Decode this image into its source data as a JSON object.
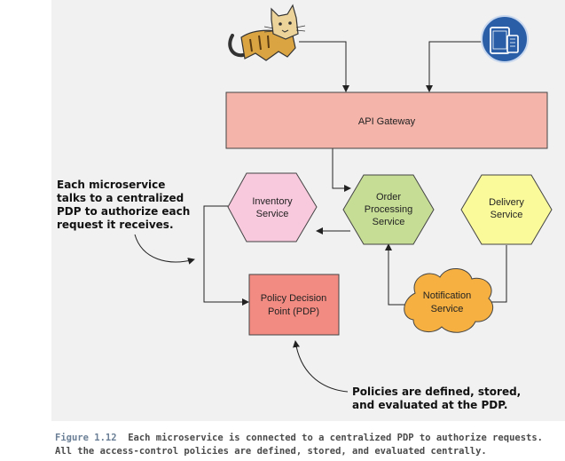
{
  "gateway": {
    "label": "API Gateway"
  },
  "services": {
    "inventory": {
      "line1": "Inventory",
      "line2": "Service"
    },
    "order": {
      "line1": "Order",
      "line2": "Processing",
      "line3": "Service"
    },
    "delivery": {
      "line1": "Delivery",
      "line2": "Service"
    },
    "notification": {
      "line1": "Notification",
      "line2": "Service"
    },
    "pdp": {
      "line1": "Policy Decision",
      "line2": "Point (PDP)"
    }
  },
  "icons": {
    "client_left": "tomcat-cat-icon",
    "client_right": "mobile-devices-icon"
  },
  "colors": {
    "gateway": "#f4b4aa",
    "inventory": "#f8c8dc",
    "order": "#c6dd95",
    "delivery": "#fafa9b",
    "notification": "#f5b041",
    "pdp": "#f28b82",
    "caption_figure": "#6a7f96"
  },
  "annotations": {
    "pdp_note": "Each microservice\ntalks to a centralized\nPDP to authorize each\nrequest it receives.",
    "policies_note": "Policies are defined, stored,\nand evaluated at the PDP."
  },
  "caption": {
    "figure": "Figure 1.12",
    "text": "Each microservice is connected to a centralized PDP to authorize requests.\nAll the access-control policies are defined, stored, and evaluated centrally."
  }
}
